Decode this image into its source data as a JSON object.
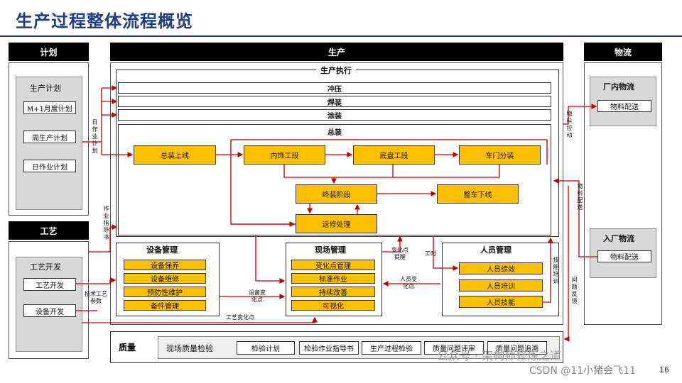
{
  "title": "生产过程整体流程概览",
  "plan": {
    "header": "计划",
    "group": "生产计划",
    "items": [
      "M+1月度计划",
      "周生产计划",
      "日作业计划"
    ]
  },
  "process": {
    "header": "工艺",
    "group": "工艺开发",
    "items": [
      "工艺开发",
      "设备开发"
    ]
  },
  "production": {
    "header": "生产",
    "exec_title": "生产执行",
    "bars": [
      "冲压",
      "焊装",
      "涂装"
    ],
    "assembly": {
      "title": "总装",
      "top_row": [
        "总装上线",
        "内饰工段",
        "底盘工段",
        "车门分装"
      ],
      "mid_row": [
        "终装阶段",
        "整车下线"
      ],
      "repair": "返修处理"
    },
    "equipment": {
      "title": "设备管理",
      "items": [
        "设备保养",
        "设备维修",
        "预防性维护",
        "备件管理"
      ]
    },
    "site": {
      "title": "现场管理",
      "items": [
        "变化点管理",
        "标准作业",
        "持续改善",
        "可视化"
      ]
    },
    "people": {
      "title": "人员管理",
      "items": [
        "人员绩效",
        "人员培训",
        "人员技能"
      ]
    }
  },
  "logistics": {
    "header": "物流",
    "inplant": {
      "title": "厂内物流",
      "item": "物料配送"
    },
    "inbound": {
      "title": "入厂物流",
      "item": "物料配送"
    }
  },
  "quality": {
    "header": "质量",
    "label": "现场质量检验",
    "items": [
      "检验计划",
      "检验作业指导书",
      "生产过程检验",
      "质量问题评审",
      "质量问题追溯"
    ]
  },
  "annotations": {
    "daily_plan": "日作业计划",
    "work_guide": "作业指导书",
    "tech_params": "技术工艺参数",
    "process_change": "工艺变化点",
    "equip_change": "设备变化点",
    "change_alert": "变化点提醒",
    "work_hours": "工时",
    "people_change": "人员变化点",
    "skill_training": "技能培训",
    "material_pull": "物料拉动",
    "material_delivery": "物料配送",
    "issue_feedback": "问题反馈"
  },
  "footer": {
    "wechat": "公众号 · 架构师修炼之道",
    "csdn": "CSDN @11小猪会飞11",
    "page": "16"
  }
}
